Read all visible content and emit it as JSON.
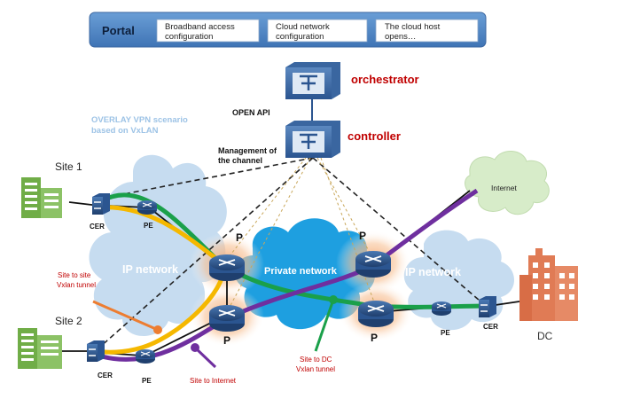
{
  "portal": {
    "title": "Portal",
    "items": [
      {
        "line1": "Broadband access",
        "line2": "configuration"
      },
      {
        "line1": "Cloud network",
        "line2": "configuration"
      },
      {
        "line1": "The cloud host",
        "line2": "opens…"
      }
    ]
  },
  "labels": {
    "orchestrator": "orchestrator",
    "open_api": "OPEN API",
    "controller": "controller",
    "management_line1": "Management of",
    "management_line2": "the channel",
    "scenario_line1": "OVERLAY VPN scenario",
    "scenario_line2": "based on VxLAN",
    "site1": "Site 1",
    "site2": "Site 2",
    "dc": "DC",
    "internet": "Internet",
    "ip_network_left": "IP network",
    "ip_network_right": "IP network",
    "private_network": "Private  network",
    "cer": "CER",
    "pe": "PE",
    "p": "P",
    "site_to_site_line1": "Site to site",
    "site_to_site_line2": "Vxlan tunnel",
    "site_to_dc_line1": "Site to DC",
    "site_to_dc_line2": "Vxlan tunnel",
    "site_to_internet": "Site to Internet"
  },
  "colors": {
    "portal_fill": "#4f86c6",
    "label_red": "#c00000",
    "scenario_blue": "#9dc3e6",
    "tunnel_green": "#1aa04a",
    "tunnel_yellow": "#f5b800",
    "tunnel_purple": "#6f2f9f",
    "pointer_orange": "#ed7d31",
    "cloud_blue": "#bdd7ee",
    "cloud_private": "#1e9fe0",
    "building_green": "#70ad47",
    "building_orange": "#e07b55"
  }
}
